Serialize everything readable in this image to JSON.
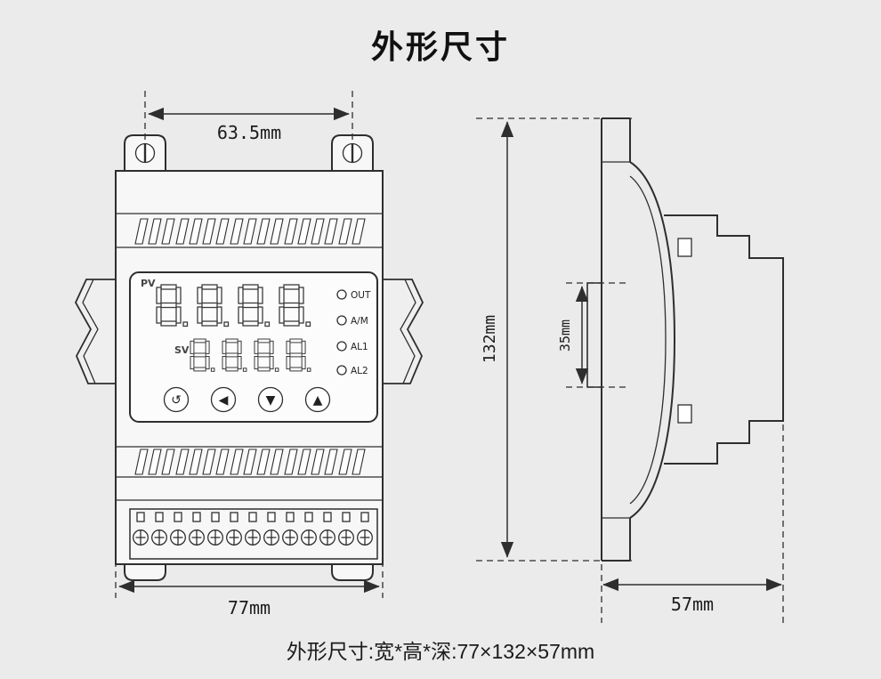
{
  "page": {
    "title": "外形尺寸",
    "caption": "外形尺寸:宽*高*深:77×132×57mm",
    "bg_color": "#ebebeb",
    "line_color": "#2e2e2e"
  },
  "front_view": {
    "dim_width_top": "63.5mm",
    "dim_width_bottom": "77mm",
    "display": {
      "pv_label": "PV",
      "sv_label": "SV",
      "pv_value": "8.8.8.8.",
      "sv_value": "8.8.8.8.",
      "indicators": [
        "OUT",
        "A/M",
        "AL1",
        "AL2"
      ],
      "buttons": [
        "↺",
        "◀",
        "▼",
        "▲"
      ]
    }
  },
  "side_view": {
    "dim_height": "132mm",
    "dim_rail": "35mm",
    "dim_depth": "57mm"
  }
}
